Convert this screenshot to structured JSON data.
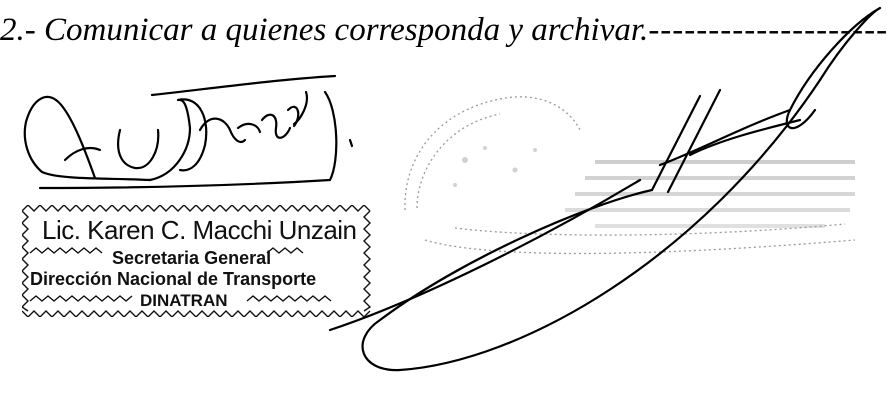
{
  "document": {
    "closing_line": "2.- Comunicar a quienes corresponda y archivar.",
    "closing_dashes": "-----------------------------------------------"
  },
  "signature_stamp": {
    "name_line": "Lic. Karen C. Macchi Unzain",
    "role_line": "Secretaria General",
    "office_line": "Dirección Nacional de Transporte",
    "acronym_line": "DINATRAN"
  },
  "ink_color": "#000000",
  "seal_color": "#9a9a9a"
}
